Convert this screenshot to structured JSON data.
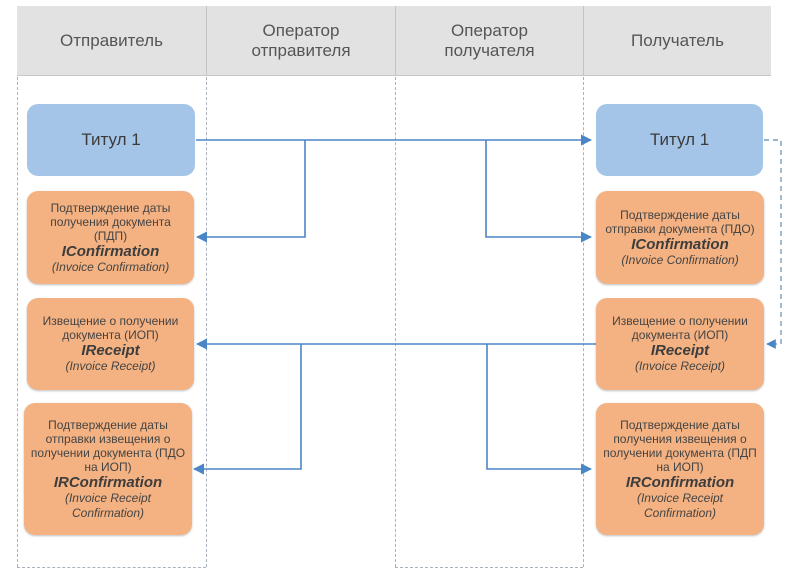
{
  "colors": {
    "header_bg": "#e2e2e2",
    "title_box": "#a4c5e8",
    "message_box": "#f4b282",
    "arrow": "#4a86c5",
    "dashed_connector": "#7a9cc2"
  },
  "headers": {
    "sender": "Отправитель",
    "sender_operator": "Оператор отправителя",
    "receiver_operator": "Оператор получателя",
    "receiver": "Получатель"
  },
  "sender": {
    "title": "Титул 1",
    "pdp": {
      "text": "Подтверждение даты получения документа (ПДП)",
      "interface": "IConfirmation",
      "english": "(Invoice Confirmation)"
    },
    "iop": {
      "text": "Извещение о получении документа (ИОП)",
      "interface": "IReceipt",
      "english": "(Invoice Receipt)"
    },
    "pdo_on_iop": {
      "text": "Подтверждение даты отправки извещения о получении документа (ПДО на ИОП)",
      "interface": "IRConfirmation",
      "english": "(Invoice Receipt Confirmation)"
    }
  },
  "receiver": {
    "title": "Титул 1",
    "pdo": {
      "text": "Подтверждение даты отправки документа (ПДО)",
      "interface": "IConfirmation",
      "english": "(Invoice Confirmation)"
    },
    "iop": {
      "text": "Извещение о получении документа (ИОП)",
      "interface": "IReceipt",
      "english": "(Invoice Receipt)"
    },
    "pdp_on_iop": {
      "text": "Подтверждение даты получения извещения о получении документа (ПДП на ИОП)",
      "interface": "IRConfirmation",
      "english": "(Invoice Receipt Confirmation)"
    }
  }
}
